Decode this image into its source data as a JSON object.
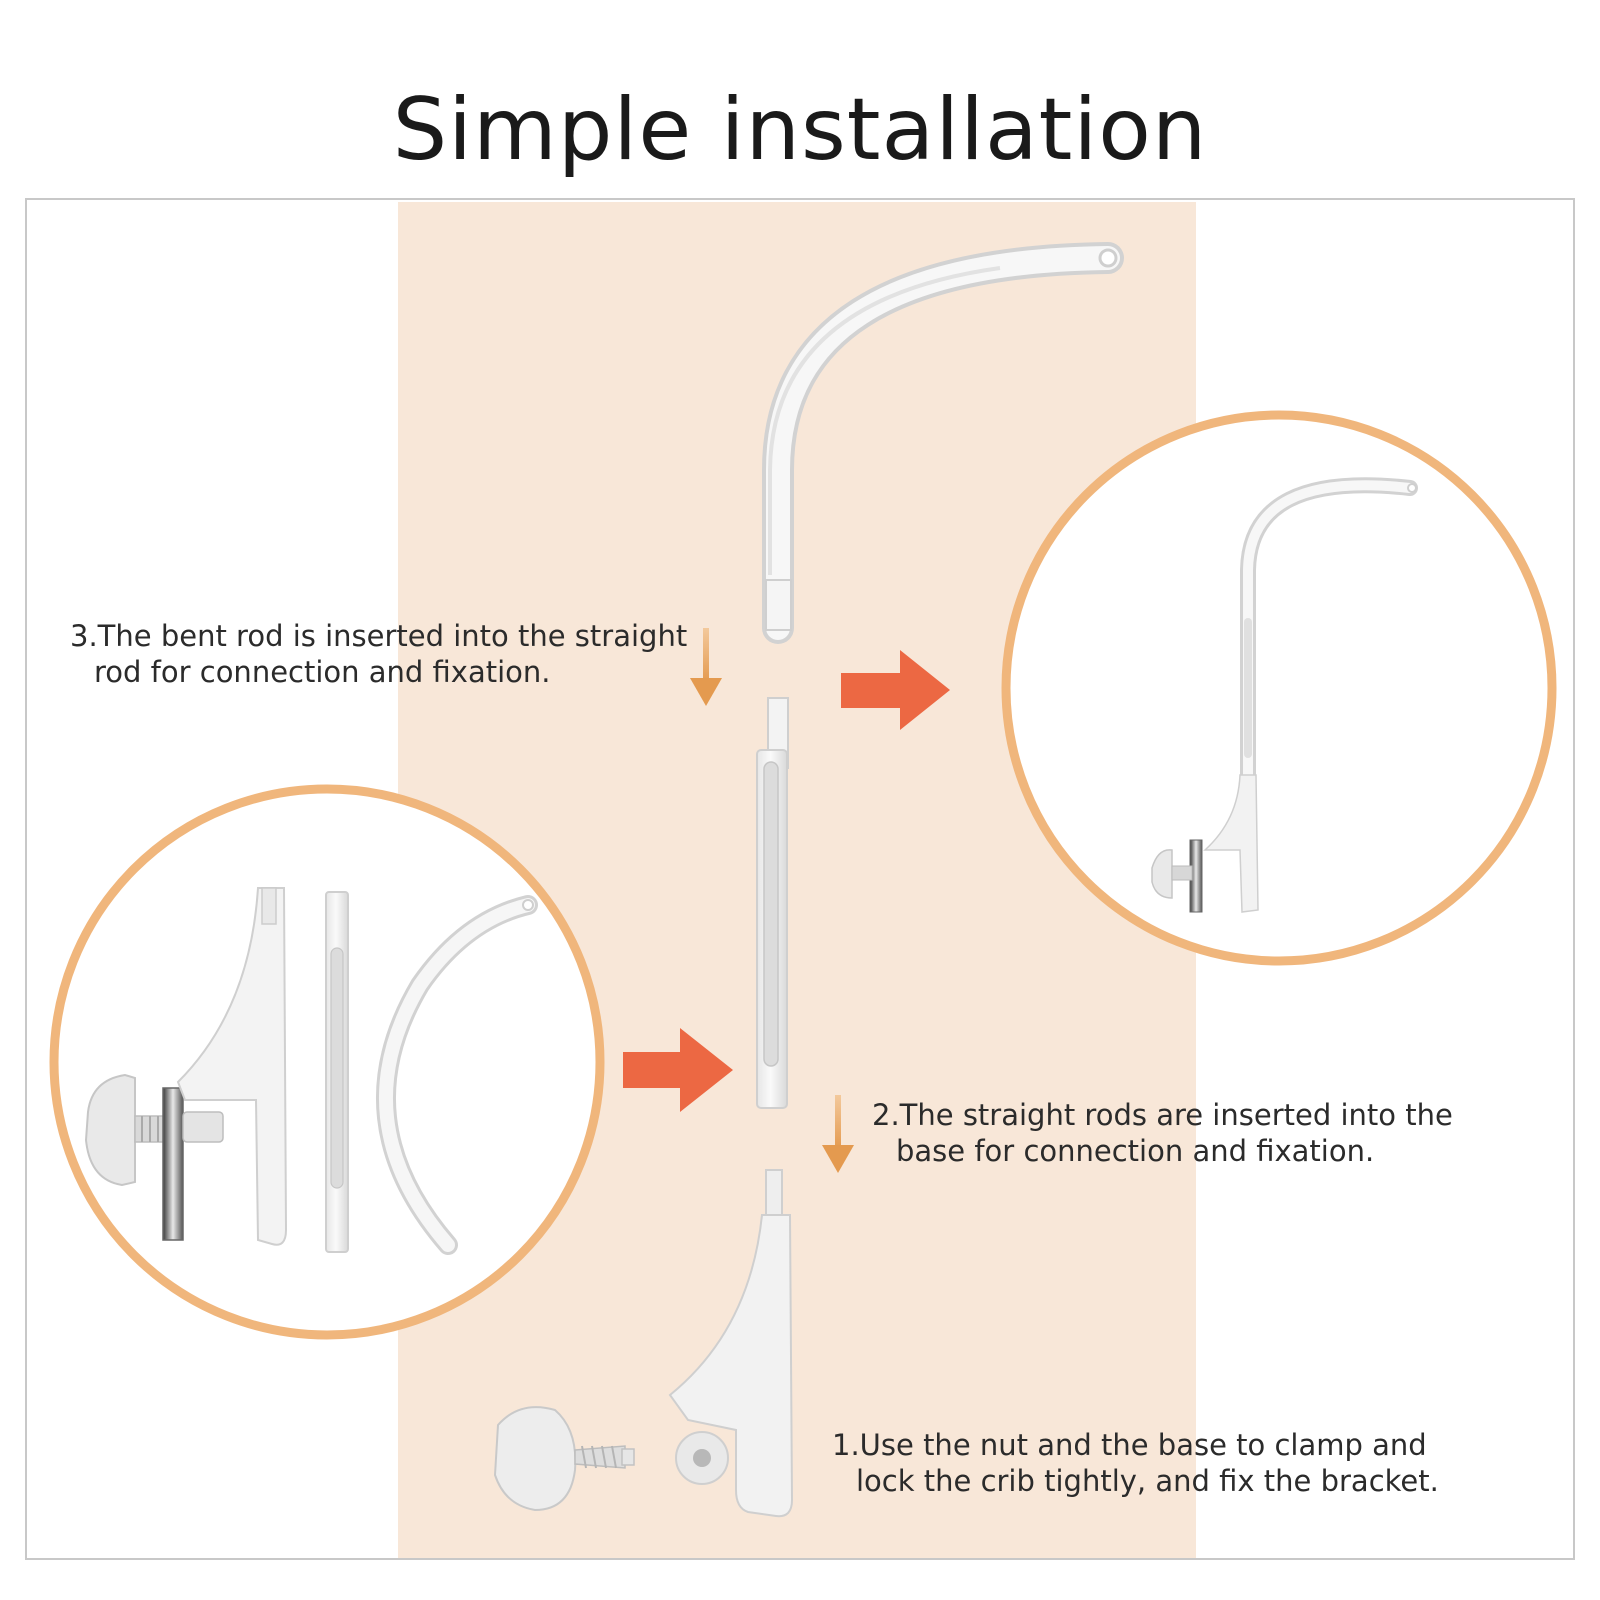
{
  "title": "Simple installation",
  "steps": {
    "step3": {
      "line1": "3.The bent rod is inserted into the straight",
      "line2": "rod for connection and fixation."
    },
    "step2": {
      "line1": "2.The straight rods are inserted  into the",
      "line2": "base for connection and fixation."
    },
    "step1": {
      "line1": "1.Use the nut and the base to clamp and",
      "line2": "lock the crib tightly, and fix the bracket."
    }
  },
  "colors": {
    "accent_arrow": "#ec6843",
    "down_arrow": "#e8a460",
    "circle_border": "#f0b67c",
    "band": "#f8e7d8",
    "part_fill": "#f4f4f4",
    "part_stroke": "#cfcfcf"
  }
}
